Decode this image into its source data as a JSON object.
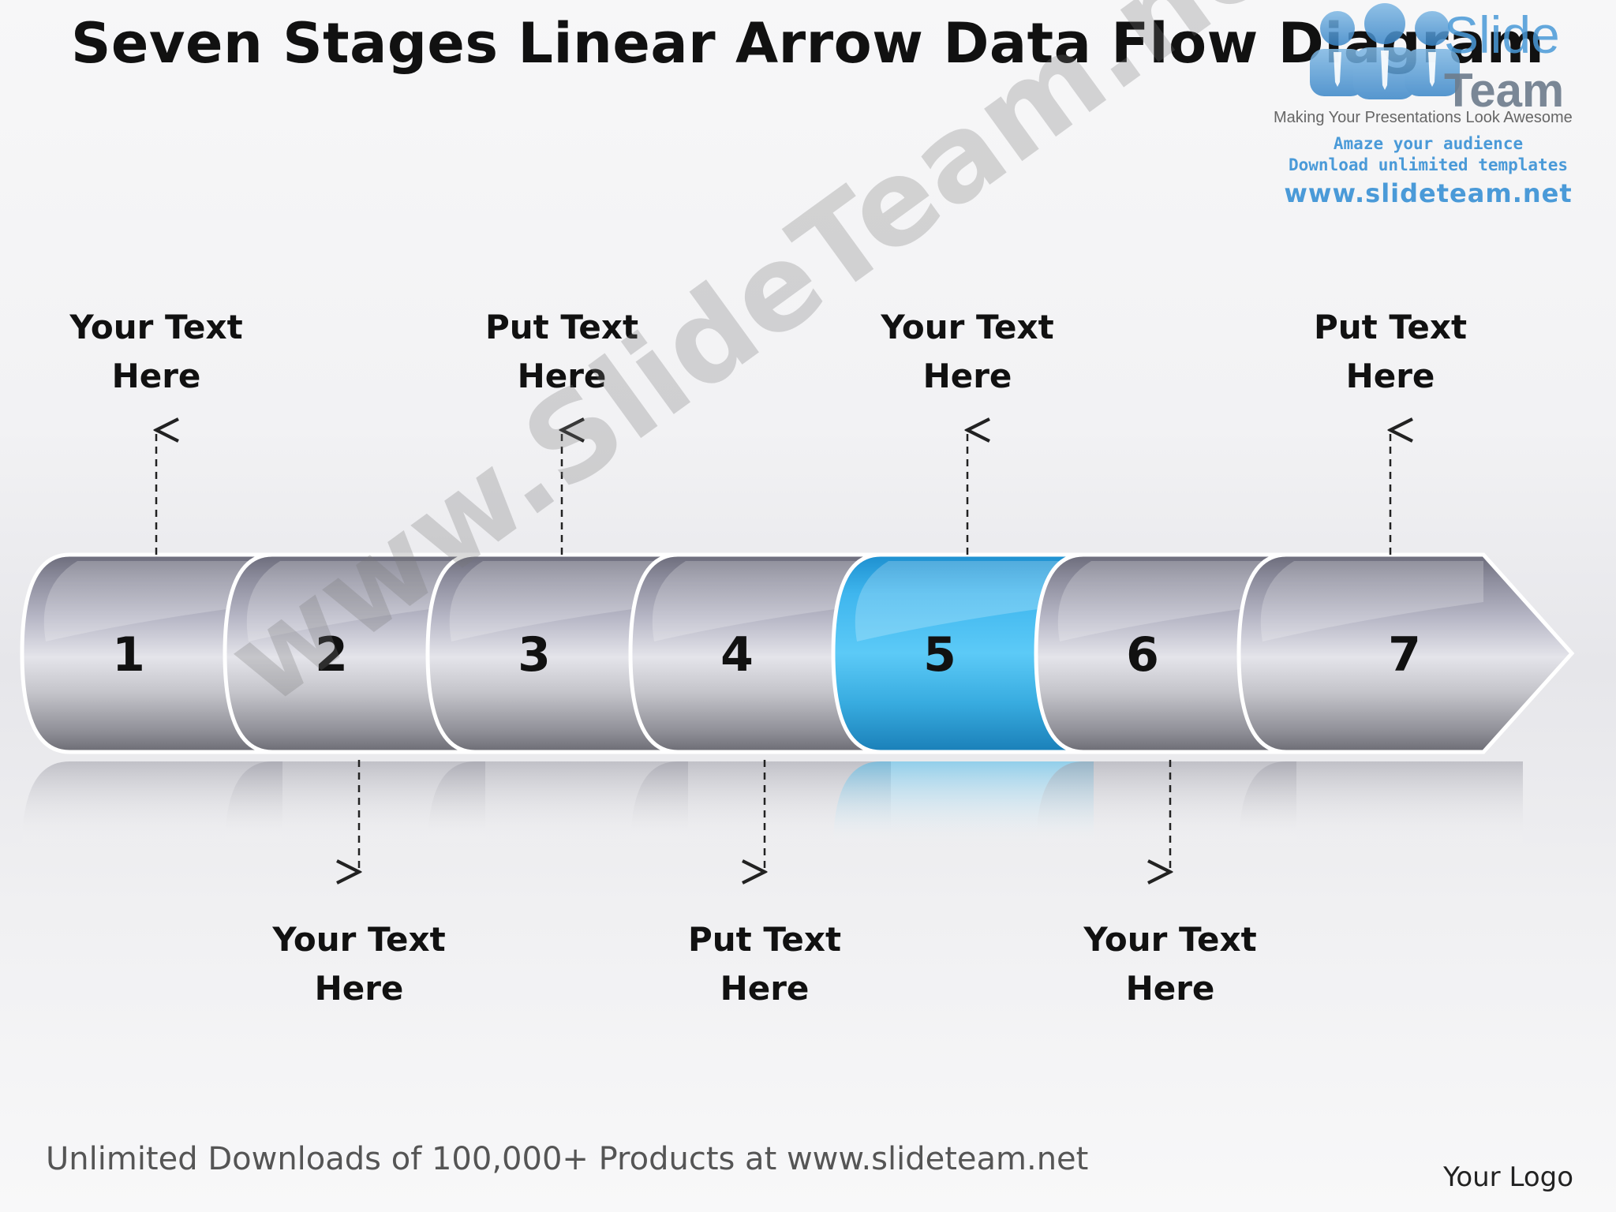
{
  "title": "Seven Stages Linear Arrow Data Flow Diagram",
  "brand": {
    "name_part1": "Slide",
    "name_part2": "Team",
    "tagline": "Making Your Presentations Look Awesome",
    "line1": "Amaze your audience",
    "line2": "Download unlimited templates",
    "url": "www.slideteam.net"
  },
  "watermark": "www.SlideTeam.net",
  "stages": [
    {
      "number": "1",
      "label_line1": "Your Text",
      "label_line2": "Here",
      "label_position": "top",
      "highlighted": false
    },
    {
      "number": "2",
      "label_line1": "Your Text",
      "label_line2": "Here",
      "label_position": "bottom",
      "highlighted": false
    },
    {
      "number": "3",
      "label_line1": "Put Text",
      "label_line2": "Here",
      "label_position": "top",
      "highlighted": false
    },
    {
      "number": "4",
      "label_line1": "Put Text",
      "label_line2": "Here",
      "label_position": "bottom",
      "highlighted": false
    },
    {
      "number": "5",
      "label_line1": "Your Text",
      "label_line2": "Here",
      "label_position": "top",
      "highlighted": true
    },
    {
      "number": "6",
      "label_line1": "Your Text",
      "label_line2": "Here",
      "label_position": "bottom",
      "highlighted": false
    },
    {
      "number": "7",
      "label_line1": "Put Text",
      "label_line2": "Here",
      "label_position": "top",
      "highlighted": false
    }
  ],
  "colors": {
    "segment_gray": "#9b9ba8",
    "segment_highlight": "#2aa3dd",
    "text": "#111111"
  },
  "footer": "Unlimited Downloads of 100,000+ Products at www.slideteam.net",
  "logo_placeholder": "Your Logo"
}
